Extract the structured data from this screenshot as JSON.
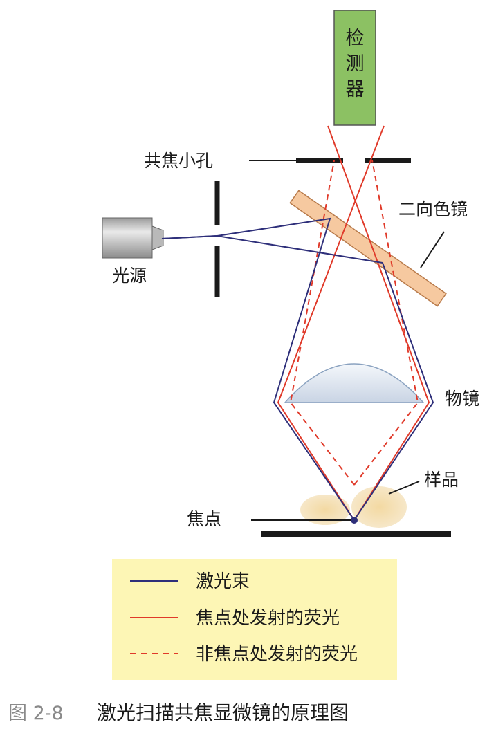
{
  "labels": {
    "detector": "检测器",
    "confocal_pinhole": "共焦小孔",
    "dichroic_mirror": "二向色镜",
    "light_source": "光源",
    "objective": "物镜",
    "sample": "样品",
    "focus": "焦点"
  },
  "legend": {
    "laser_beam": "激光束",
    "focal_fluorescence": "焦点处发射的荧光",
    "nonfocal_fluorescence": "非焦点处发射的荧光"
  },
  "caption": {
    "prefix": "图 2-8",
    "title": "激光扫描共焦显微镜的原理图"
  },
  "colors": {
    "laser_beam": "#2e2f7a",
    "fluorescence": "#e03a2a",
    "detector_fill": "#8cc163",
    "legend_bg": "#fdf6b5",
    "mirror_fill": "#f6c9a0"
  }
}
